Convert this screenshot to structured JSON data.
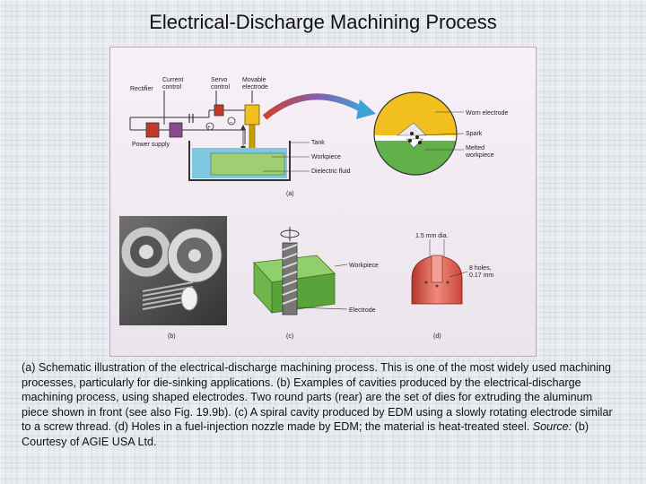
{
  "title": "Electrical-Discharge Machining Process",
  "figure": {
    "panel_a": {
      "rectifier": "Rectifier",
      "current_control_1": "Current",
      "current_control_2": "control",
      "servo_control_1": "Servo",
      "servo_control_2": "control",
      "movable_electrode_1": "Movable",
      "movable_electrode_2": "electrode",
      "power_supply": "Power supply",
      "plus": "+",
      "minus": "–",
      "tank": "Tank",
      "workpiece": "Workpiece",
      "dielectric_fluid": "Dielectric fluid",
      "worn_electrode": "Worn electrode",
      "spark": "Spark",
      "melted_workpiece_1": "Melted",
      "melted_workpiece_2": "workpiece",
      "label": "(a)"
    },
    "panel_b": {
      "label": "(b)"
    },
    "panel_c": {
      "workpiece": "Workpiece",
      "electrode": "Electrode",
      "label": "(c)"
    },
    "panel_d": {
      "dim": "1.5 mm dia.",
      "holes_1": "8 holes,",
      "holes_2": "0.17 mm",
      "label": "(d)"
    }
  },
  "caption": {
    "part1": "(a)  Schematic illustration of the electrical-discharge machining process.  This is one of the most widely used machining processes, particularly for die-sinking applications.  (b)  Examples of cavities produced by the electrical-discharge machining process, using shaped electrodes.  Two round parts (rear) are the set of dies for extruding the aluminum piece shown in front (see also Fig. 19.9b).  (c)  A spiral cavity produced by EDM using a slowly rotating electrode similar to a screw thread.  (d)  Holes in a fuel-injection nozzle made by EDM; the material is heat-treated steel.  ",
    "source_label": "Source:",
    "part2": "  (b)  Courtesy of AGIE USA Ltd."
  },
  "colors": {
    "tank_blue": "#7fc6e0",
    "fluid_green": "#9fcf72",
    "electrode_yellow": "#f2c01e",
    "arrow_red": "#d0432e",
    "arrow_blue": "#3ea4d6"
  }
}
